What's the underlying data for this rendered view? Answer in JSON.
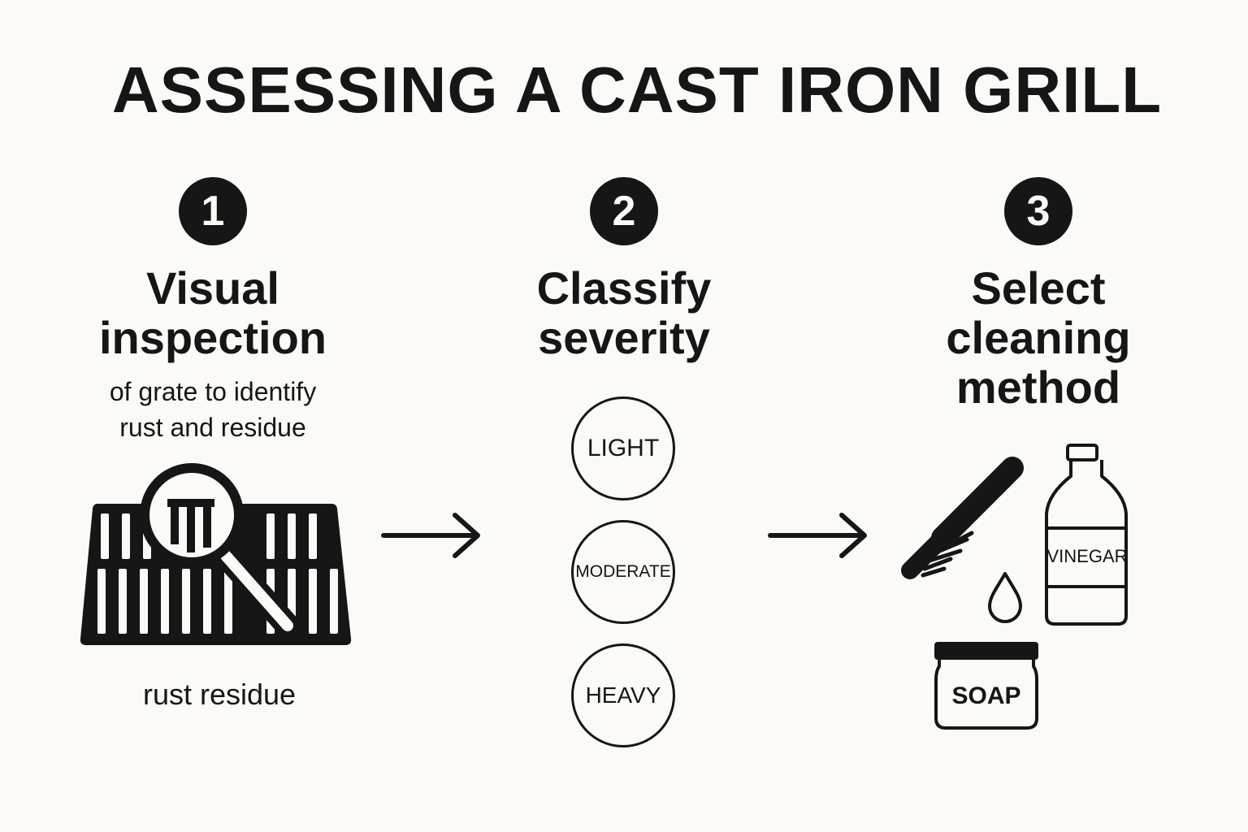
{
  "title": "ASSESSING A CAST IRON GRILL",
  "steps": [
    {
      "number": "1",
      "heading_line1": "Visual",
      "heading_line2": "inspection",
      "sub_line1": "of grate to identify",
      "sub_line2": "rust and residue",
      "icon": "magnified-grill-grate-icon",
      "caption": "rust residue"
    },
    {
      "number": "2",
      "heading_line1": "Classify",
      "heading_line2": "severity",
      "levels": [
        "LIGHT",
        "MODERATE",
        "HEAVY"
      ]
    },
    {
      "number": "3",
      "heading_line1": "Select",
      "heading_line2": "cleaning",
      "heading_line3": "method",
      "tools": {
        "brush_icon": "wire-brush-icon",
        "bottle_label": "VINEGAR",
        "drop_icon": "water-drop-icon",
        "jar_label": "SOAP"
      }
    }
  ],
  "arrows": [
    "arrow-right-icon",
    "arrow-right-icon"
  ],
  "colors": {
    "ink": "#161616",
    "background": "#fbfaf6"
  }
}
